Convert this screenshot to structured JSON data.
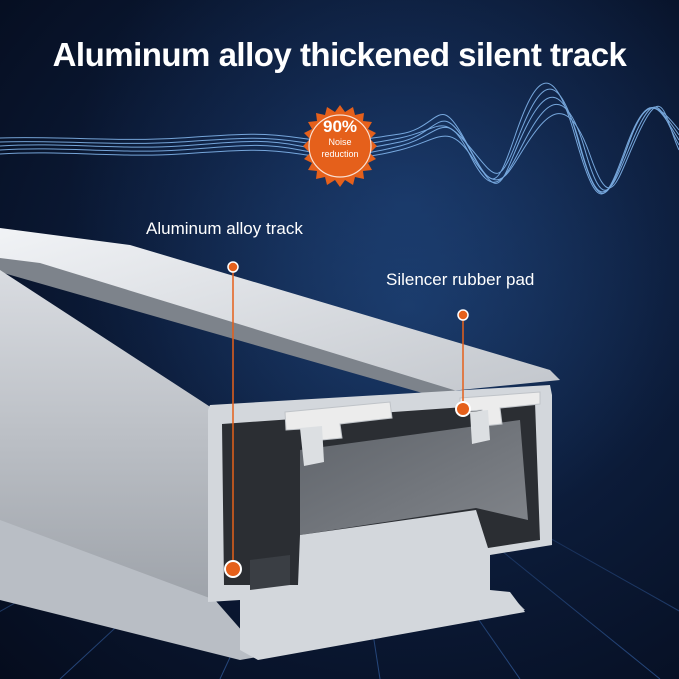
{
  "title": "Aluminum alloy thickened silent track",
  "badge": {
    "percent": "90%",
    "line1": "Noise",
    "line2": "reduction",
    "color": "#e5601b"
  },
  "callouts": {
    "track": "Aluminum alloy track",
    "pad": "Silencer rubber pad"
  },
  "colors": {
    "background": "#0c1c3a",
    "wave": "#8fc6ff",
    "grid": "#3f74c4",
    "aluminum": "#cfd3d8",
    "accent": "#e5601b"
  }
}
